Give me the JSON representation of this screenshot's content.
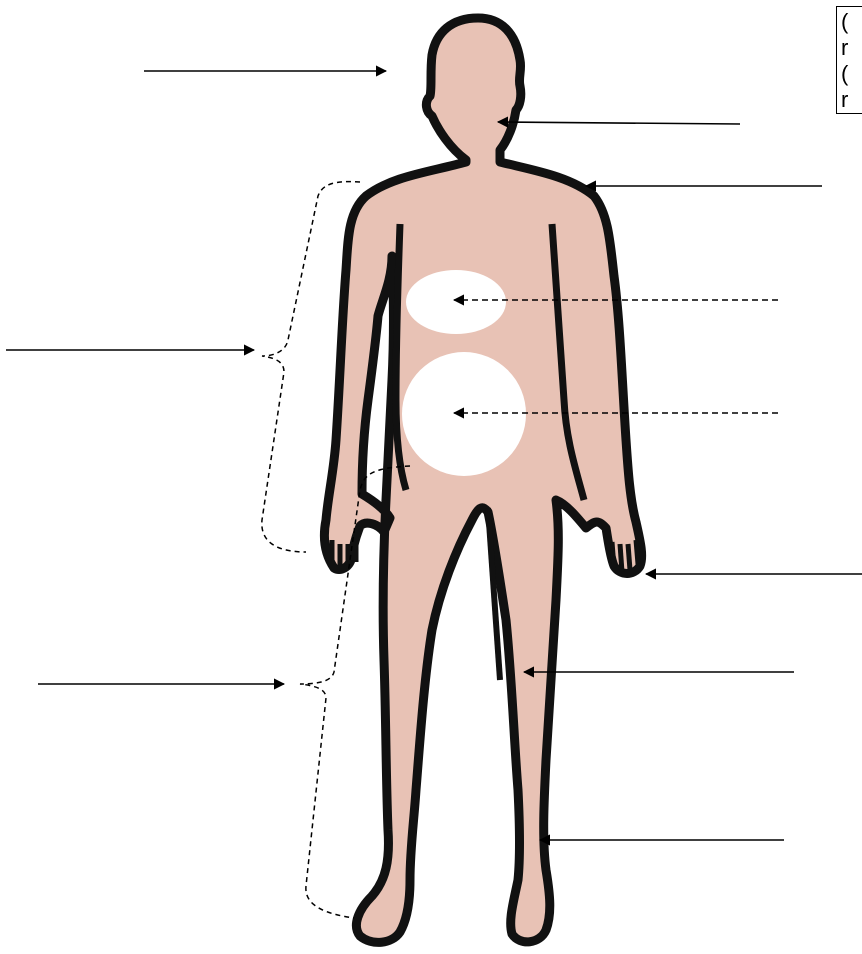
{
  "colors": {
    "skin": "#e8c2b5",
    "outline": "#111111",
    "label_cutout": "#ffffff",
    "arrow": "#000000"
  },
  "legend_box": {
    "lines": [
      "(",
      "r",
      "(",
      "r"
    ]
  },
  "arrows": {
    "solid": [
      "head",
      "neck",
      "shoulder",
      "hand",
      "thigh",
      "ankle",
      "trunk-bracket",
      "leg-bracket"
    ],
    "dashed": [
      "upper-abdomen-oval",
      "lower-abdomen-circle"
    ]
  }
}
